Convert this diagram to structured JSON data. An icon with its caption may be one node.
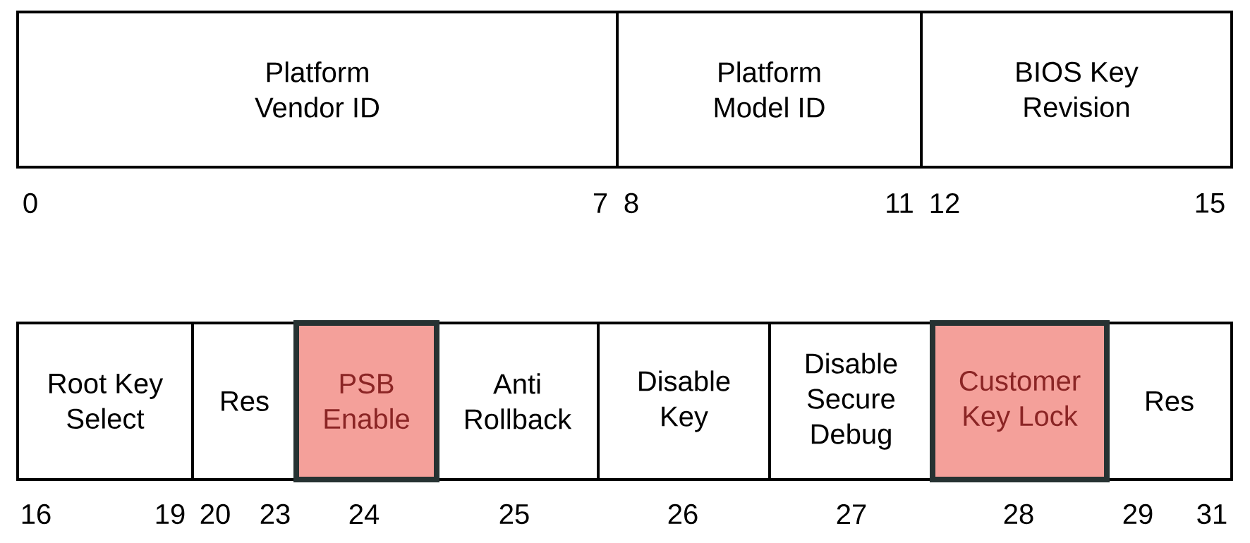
{
  "diagram": {
    "nodes": [
      {
        "text": [
          "Platform Vendor ID"
        ]
      },
      {
        "text": [
          "Platform Model ID"
        ]
      },
      {
        "text": [
          "BIOS Key Revision"
        ]
      },
      {
        "text": [
          "Root Key Select"
        ]
      },
      {
        "text": [
          "Res"
        ]
      },
      {
        "text": [
          "PSB Enable"
        ]
      },
      {
        "text": [
          "Anti Rollback"
        ]
      },
      {
        "text": [
          "Disable Key"
        ]
      },
      {
        "text": [
          "Disable Secure Debug"
        ]
      },
      {
        "text": [
          "Customer Key Lock"
        ]
      },
      {
        "text": [
          "Res"
        ]
      }
    ],
    "labels": [
      "0",
      "7",
      "8",
      "11",
      "12",
      "15",
      "16",
      "19",
      "20",
      "23",
      "24",
      "25",
      "26",
      "27",
      "28",
      "29",
      "31"
    ]
  }
}
